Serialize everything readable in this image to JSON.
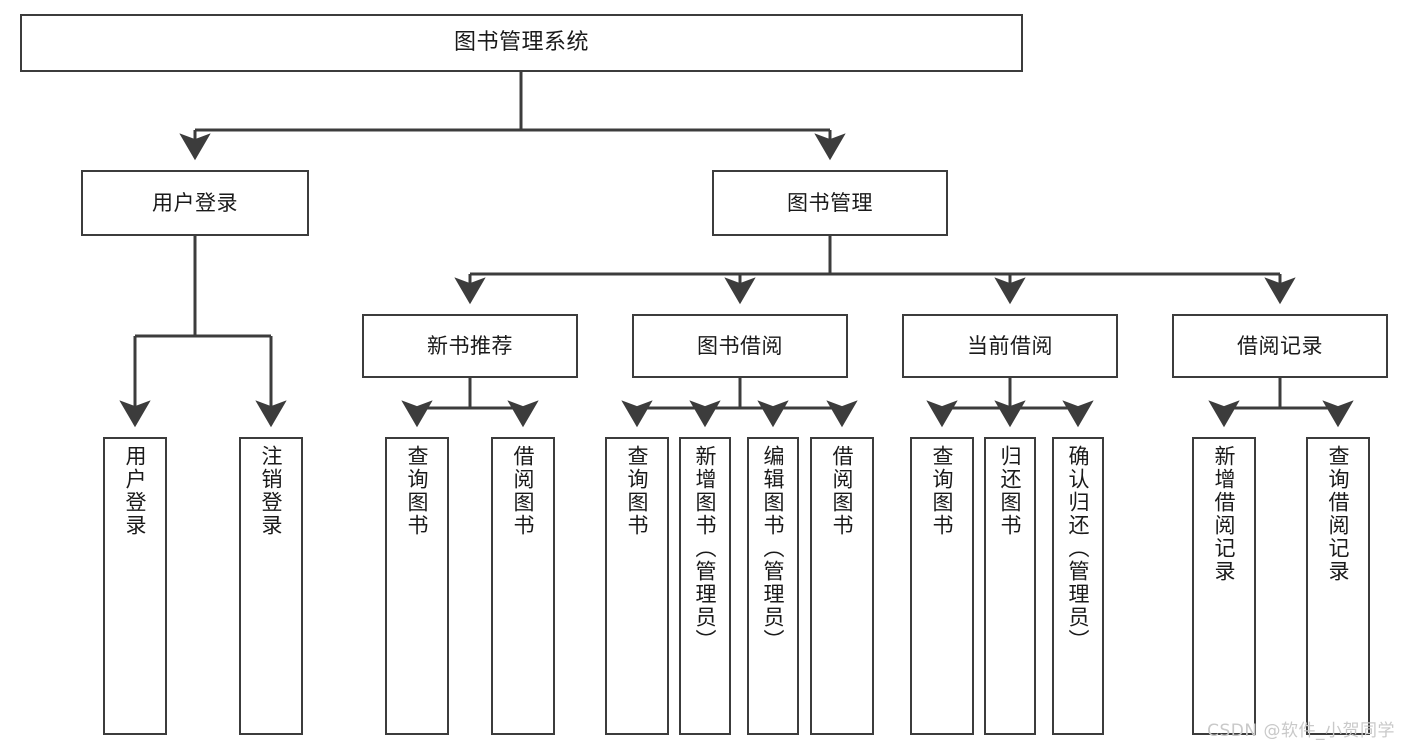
{
  "diagram": {
    "title": "图书管理系统",
    "watermark": "CSDN @软件_小贺同学",
    "line_color": "#3c3c3c",
    "box_fill": "#ffffff",
    "text_color": "#1a1a1a",
    "watermark_color": "#c9c9c9"
  },
  "nodes": {
    "root": {
      "label": "图书管理系统"
    },
    "level1": [
      {
        "label": "用户登录"
      },
      {
        "label": "图书管理"
      }
    ],
    "level2": [
      {
        "label": "新书推荐"
      },
      {
        "label": "图书借阅"
      },
      {
        "label": "当前借阅"
      },
      {
        "label": "借阅记录"
      }
    ],
    "leaves": {
      "user_login": [
        {
          "label": "用户登录"
        },
        {
          "label": "注销登录"
        }
      ],
      "new_book_recommend": [
        {
          "label": "查询图书"
        },
        {
          "label": "借阅图书"
        }
      ],
      "book_borrow": [
        {
          "label": "查询图书"
        },
        {
          "label": "新增图书（管理员）"
        },
        {
          "label": "编辑图书（管理员）"
        },
        {
          "label": "借阅图书"
        }
      ],
      "current_borrow": [
        {
          "label": "查询图书"
        },
        {
          "label": "归还图书"
        },
        {
          "label": "确认归还（管理员）"
        }
      ],
      "borrow_record": [
        {
          "label": "新增借阅记录"
        },
        {
          "label": "查询借阅记录"
        }
      ]
    }
  }
}
